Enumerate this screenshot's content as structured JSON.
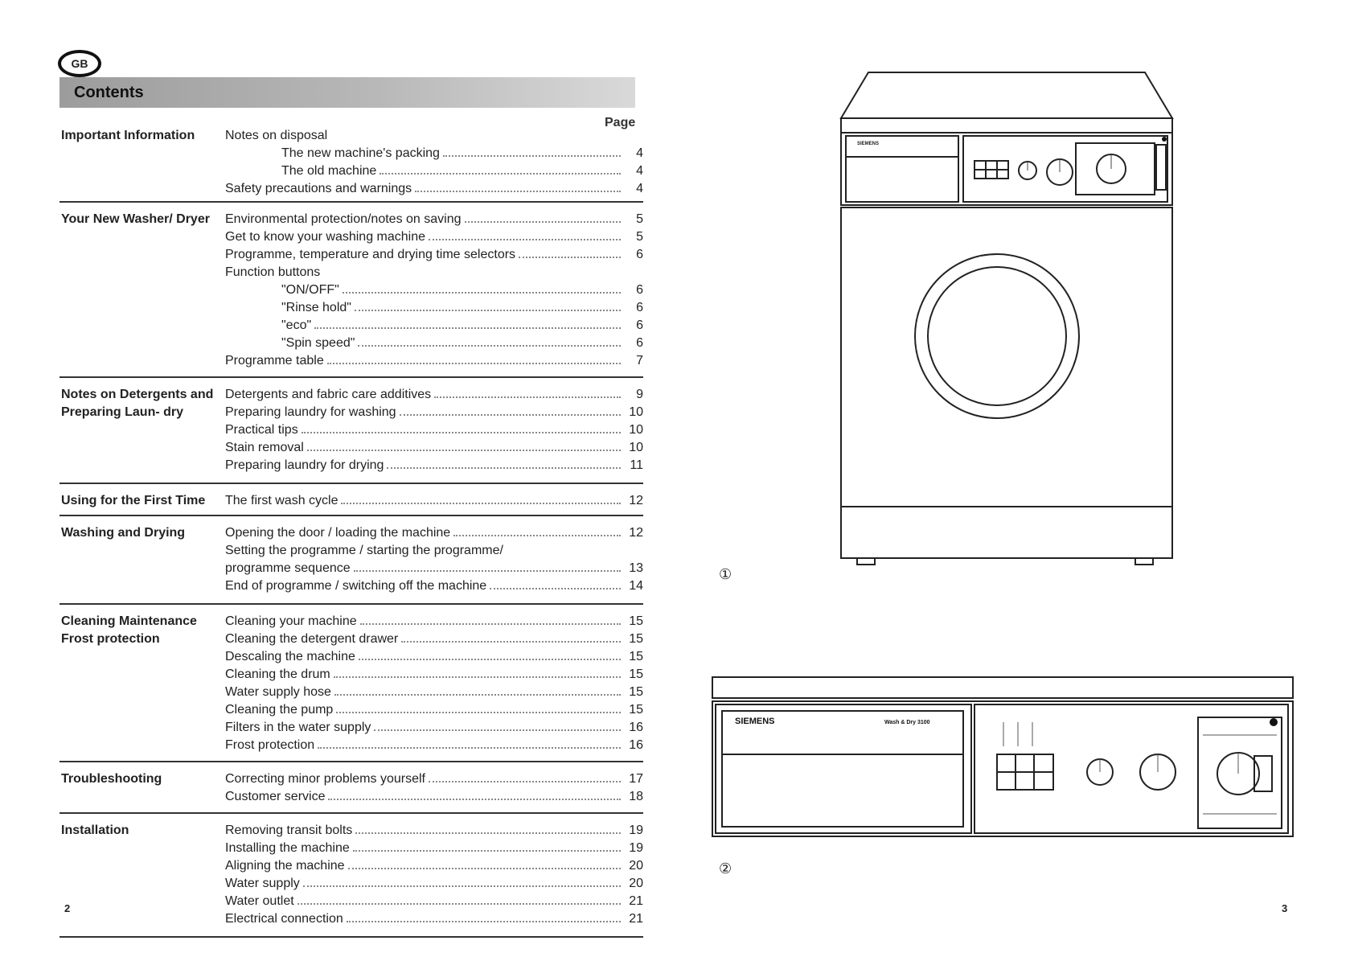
{
  "badge": "GB",
  "title": "Contents",
  "page_header": "Page",
  "sections": [
    {
      "title": "Important Information",
      "entries": [
        {
          "text": "Notes on disposal",
          "page": "",
          "indent": 0
        },
        {
          "text": "The new machine's packing",
          "page": "4",
          "indent": 1
        },
        {
          "text": "The old machine",
          "page": "4",
          "indent": 1
        },
        {
          "text": "Safety precautions and warnings",
          "page": "4",
          "indent": 0
        }
      ]
    },
    {
      "title": "Your New Washer/ Dryer",
      "entries": [
        {
          "text": "Environmental protection/notes on saving",
          "page": "5",
          "indent": 0
        },
        {
          "text": "Get to know your washing machine",
          "page": "5",
          "indent": 0
        },
        {
          "text": "Programme, temperature and drying time selectors",
          "page": "6",
          "indent": 0
        },
        {
          "text": "Function buttons",
          "page": "",
          "indent": 0
        },
        {
          "text": "\"ON/OFF\"",
          "page": "6",
          "indent": 1
        },
        {
          "text": "\"Rinse hold\"",
          "page": "6",
          "indent": 1
        },
        {
          "text": "\"eco\"",
          "page": "6",
          "indent": 1
        },
        {
          "text": "\"Spin speed\"",
          "page": "6",
          "indent": 1
        },
        {
          "text": "Programme table",
          "page": "7",
          "indent": 0
        }
      ]
    },
    {
      "title": "Notes on Detergents and Preparing Laun- dry",
      "entries": [
        {
          "text": "Detergents and fabric care additives",
          "page": "9",
          "indent": 0
        },
        {
          "text": "Preparing laundry for washing",
          "page": "10",
          "indent": 0
        },
        {
          "text": "Practical tips",
          "page": "10",
          "indent": 0
        },
        {
          "text": "Stain removal",
          "page": "10",
          "indent": 0
        },
        {
          "text": "Preparing laundry for drying",
          "page": "11",
          "indent": 0
        }
      ]
    },
    {
      "title": "Using for the First Time",
      "entries": [
        {
          "text": "The first wash cycle",
          "page": "12",
          "indent": 0
        }
      ]
    },
    {
      "title": "Washing and Drying",
      "entries": [
        {
          "text": "Opening the door / loading the machine",
          "page": "12",
          "indent": 0
        },
        {
          "text": "Setting the programme / starting the programme/",
          "page": "",
          "indent": 0
        },
        {
          "text": "programme sequence",
          "page": "13",
          "indent": 0
        },
        {
          "text": "End of programme / switching off the machine",
          "page": "14",
          "indent": 0
        }
      ]
    },
    {
      "title": "Cleaning Maintenance Frost protection",
      "entries": [
        {
          "text": "Cleaning your machine",
          "page": "15",
          "indent": 0
        },
        {
          "text": "Cleaning the detergent drawer",
          "page": "15",
          "indent": 0
        },
        {
          "text": "Descaling the machine",
          "page": "15",
          "indent": 0
        },
        {
          "text": "Cleaning the drum",
          "page": "15",
          "indent": 0
        },
        {
          "text": "Water supply hose",
          "page": "15",
          "indent": 0
        },
        {
          "text": "Cleaning the pump",
          "page": "15",
          "indent": 0
        },
        {
          "text": "Filters in the water supply",
          "page": "16",
          "indent": 0
        },
        {
          "text": "Frost protection",
          "page": "16",
          "indent": 0
        }
      ]
    },
    {
      "title": "Troubleshooting",
      "entries": [
        {
          "text": "Correcting minor problems yourself",
          "page": "17",
          "indent": 0
        },
        {
          "text": "Customer service",
          "page": "18",
          "indent": 0
        }
      ]
    },
    {
      "title": "Installation",
      "entries": [
        {
          "text": "Removing transit bolts",
          "page": "19",
          "indent": 0
        },
        {
          "text": "Installing the machine",
          "page": "19",
          "indent": 0
        },
        {
          "text": "Aligning the machine",
          "page": "20",
          "indent": 0
        },
        {
          "text": "Water supply",
          "page": "20",
          "indent": 0
        },
        {
          "text": "Water outlet",
          "page": "21",
          "indent": 0
        },
        {
          "text": "Electrical connection",
          "page": "21",
          "indent": 0
        }
      ]
    }
  ],
  "left_page_number": "2",
  "right_page_number": "3",
  "figures": {
    "fig1_label": "①",
    "fig2_label": "②",
    "brand": "SIEMENS",
    "model": "Wash & Dry 3100"
  }
}
